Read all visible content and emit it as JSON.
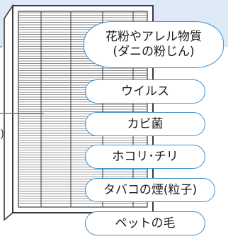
{
  "labels": {
    "item1_line1": "花粉やアレル物質",
    "item1_line2": "(ダニの粉じん)",
    "item2": "ウイルス",
    "item3": "カビ菌",
    "item4": "ホコリ･チリ",
    "item5": "タバコの煙(粒子)",
    "item6": "ペットの毛"
  },
  "colors": {
    "background_band": "#dde9f6",
    "pill_border": "#3a8fd0",
    "filter_frame": "#3a3a3a",
    "filter_mesh": "#666666",
    "leader_line": "#3a8fd0"
  }
}
